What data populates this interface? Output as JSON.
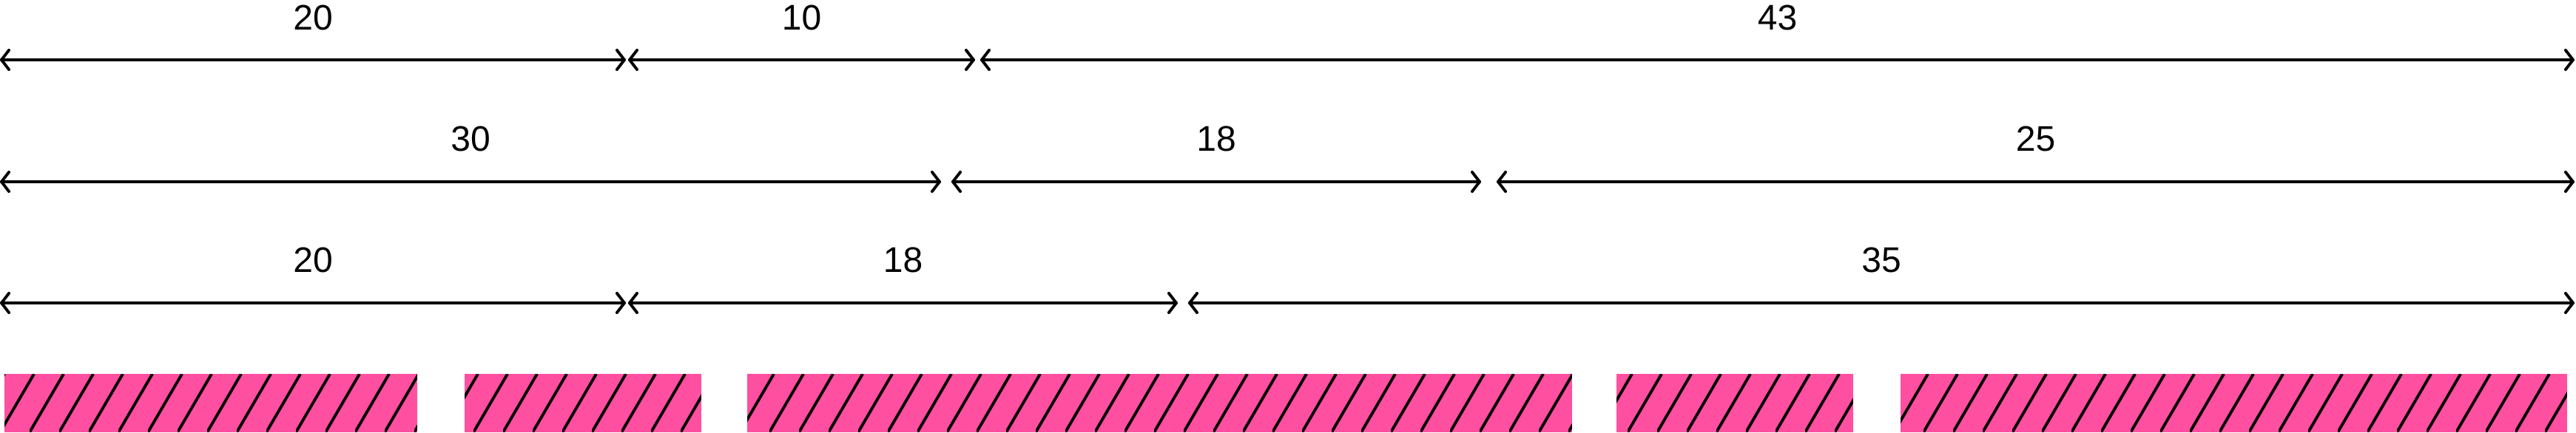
{
  "colors": {
    "bar_fill": "#FF4FA0",
    "hatch": "#000000",
    "line": "#000000"
  },
  "rows": [
    {
      "segments": [
        {
          "label": "20"
        },
        {
          "label": "10"
        },
        {
          "label": "43"
        }
      ]
    },
    {
      "segments": [
        {
          "label": "30"
        },
        {
          "label": "18"
        },
        {
          "label": "25"
        }
      ]
    },
    {
      "segments": [
        {
          "label": "20"
        },
        {
          "label": "18"
        },
        {
          "label": "35"
        }
      ]
    }
  ],
  "bars": {
    "count": 5,
    "pattern": "diagonal-hatch"
  }
}
